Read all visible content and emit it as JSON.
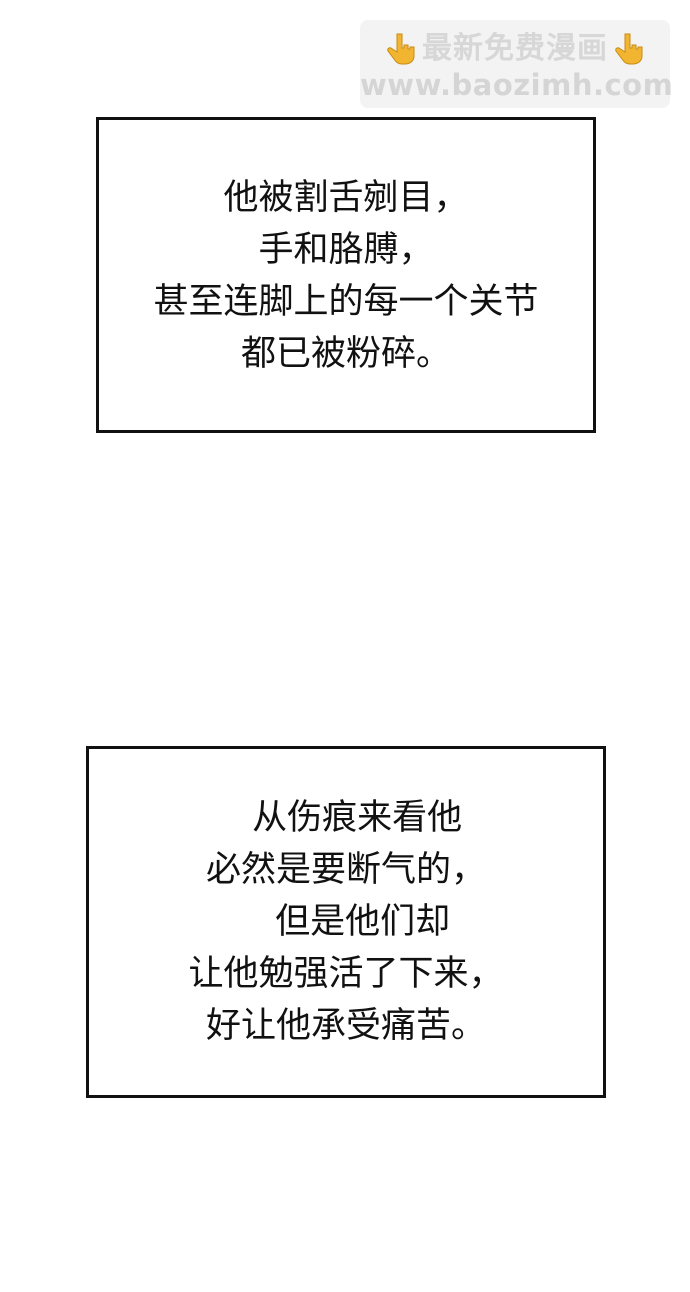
{
  "watermark": {
    "title": "最新免费漫画",
    "url": "www.baozimh.com",
    "left_icon": "pointing-down-hand-icon",
    "right_icon": "pointing-down-hand-icon",
    "hand_color": "#f2b531"
  },
  "caption_1": {
    "lines": [
      "他被割舌剜目，",
      "手和胳膊，",
      "甚至连脚上的每一个关节",
      "都已被粉碎。"
    ]
  },
  "caption_2": {
    "lines": [
      "  从伤痕来看他",
      "必然是要断气的，",
      "   但是他们却",
      "让他勉强活了下来，",
      "好让他承受痛苦。"
    ]
  }
}
